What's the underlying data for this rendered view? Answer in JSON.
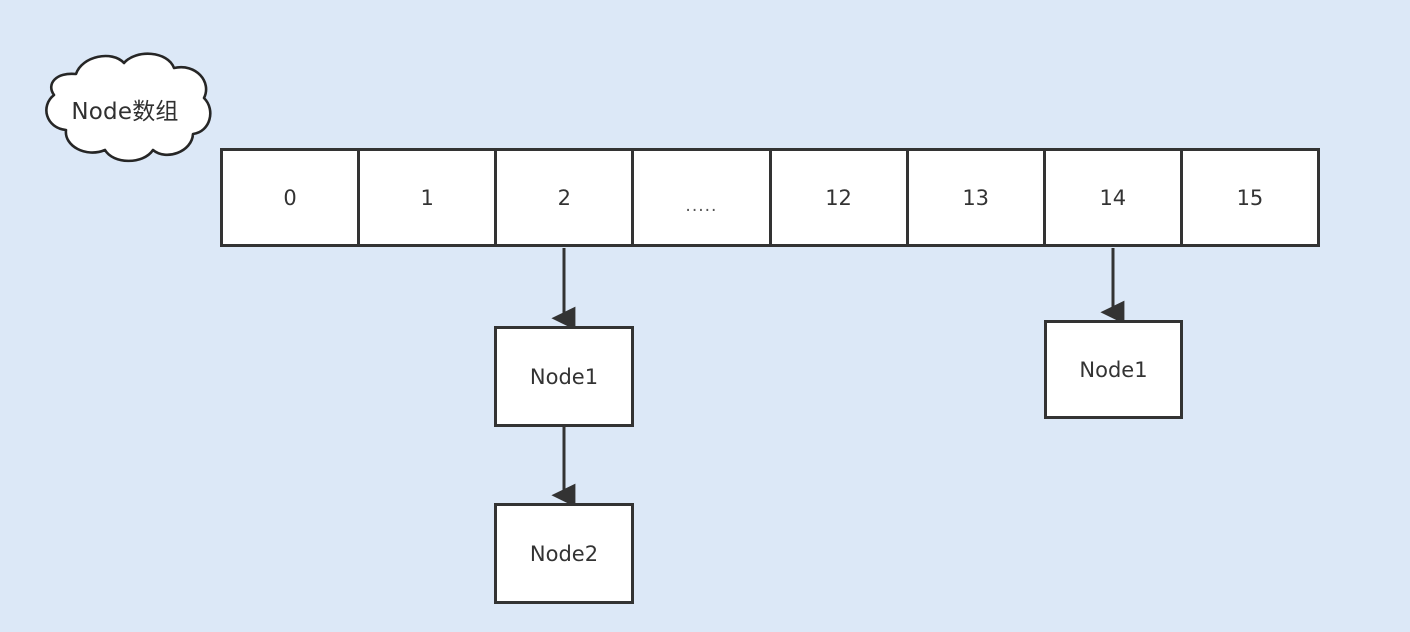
{
  "diagram": {
    "title": "Node数组 (Node array) hash bucket diagram",
    "background_color": "#dce8f7",
    "stroke_color": "#333333",
    "fill_color": "#ffffff"
  },
  "cloud": {
    "label": "Node数组"
  },
  "array": {
    "cells": [
      {
        "label": "0"
      },
      {
        "label": "1"
      },
      {
        "label": "2"
      },
      {
        "label": "....."
      },
      {
        "label": "12"
      },
      {
        "label": "13"
      },
      {
        "label": "14"
      },
      {
        "label": "15"
      }
    ]
  },
  "nodes": {
    "bucket2_node1": {
      "label": "Node1"
    },
    "bucket2_node2": {
      "label": "Node2"
    },
    "bucket14_node1": {
      "label": "Node1"
    }
  },
  "arrows": [
    {
      "name": "arrow-cell2-to-node1",
      "from": "array-cell-2",
      "to": "bucket2_node1"
    },
    {
      "name": "arrow-node1-to-node2",
      "from": "bucket2_node1",
      "to": "bucket2_node2"
    },
    {
      "name": "arrow-cell14-to-node1",
      "from": "array-cell-14",
      "to": "bucket14_node1"
    }
  ]
}
